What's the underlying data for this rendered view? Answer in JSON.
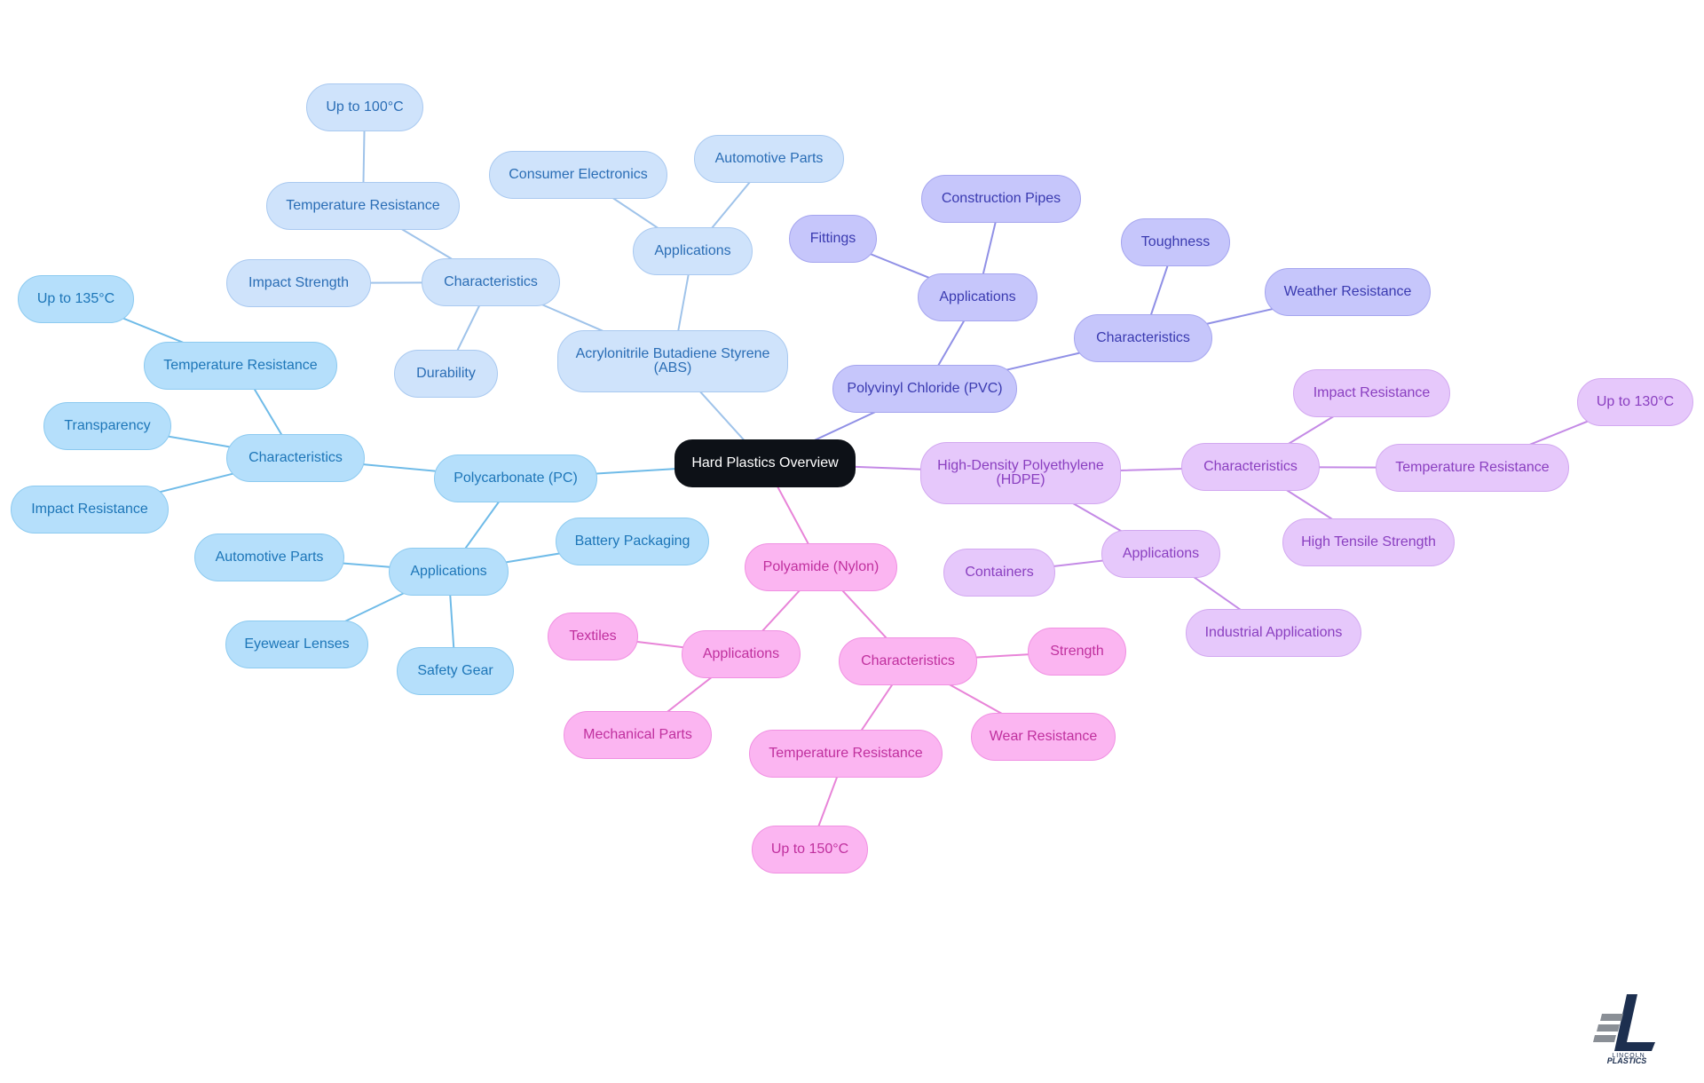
{
  "diagram": {
    "colors": {
      "abs_edge": "#9fc3ea",
      "pc_edge": "#6fbbe8",
      "pvc_edge": "#9090e6",
      "hdpe_edge": "#c48ae6",
      "nylon_edge": "#e884d8"
    },
    "nodes": {
      "root": "Hard Plastics Overview",
      "abs": "Acrylonitrile Butadiene Styrene (ABS)",
      "abs_char": "Characteristics",
      "abs_temp": "Temperature Resistance",
      "abs_temp_val": "Up to 100°C",
      "abs_impact": "Impact Strength",
      "abs_durability": "Durability",
      "abs_app": "Applications",
      "abs_consumer": "Consumer Electronics",
      "abs_auto": "Automotive Parts",
      "pc": "Polycarbonate (PC)",
      "pc_char": "Characteristics",
      "pc_temp": "Temperature Resistance",
      "pc_temp_val": "Up to 135°C",
      "pc_transparency": "Transparency",
      "pc_impact": "Impact Resistance",
      "pc_app": "Applications",
      "pc_battery": "Battery Packaging",
      "pc_auto": "Automotive Parts",
      "pc_eyewear": "Eyewear Lenses",
      "pc_safety": "Safety Gear",
      "pvc": "Polyvinyl Chloride (PVC)",
      "pvc_app": "Applications",
      "pvc_fittings": "Fittings",
      "pvc_pipes": "Construction Pipes",
      "pvc_char": "Characteristics",
      "pvc_tough": "Toughness",
      "pvc_weather": "Weather Resistance",
      "hdpe": "High-Density Polyethylene (HDPE)",
      "hdpe_char": "Characteristics",
      "hdpe_impact": "Impact Resistance",
      "hdpe_temp": "Temperature Resistance",
      "hdpe_temp_val": "Up to 130°C",
      "hdpe_tensile": "High Tensile Strength",
      "hdpe_app": "Applications",
      "hdpe_containers": "Containers",
      "hdpe_industrial": "Industrial Applications",
      "nylon": "Polyamide (Nylon)",
      "nylon_app": "Applications",
      "nylon_textiles": "Textiles",
      "nylon_mech": "Mechanical Parts",
      "nylon_char": "Characteristics",
      "nylon_strength": "Strength",
      "nylon_wear": "Wear Resistance",
      "nylon_temp": "Temperature Resistance",
      "nylon_temp_val": "Up to 150°C"
    },
    "edges": [
      [
        "root",
        "abs"
      ],
      [
        "abs",
        "abs_char"
      ],
      [
        "abs_char",
        "abs_temp"
      ],
      [
        "abs_temp",
        "abs_temp_val"
      ],
      [
        "abs_char",
        "abs_impact"
      ],
      [
        "abs_char",
        "abs_durability"
      ],
      [
        "abs",
        "abs_app"
      ],
      [
        "abs_app",
        "abs_consumer"
      ],
      [
        "abs_app",
        "abs_auto"
      ],
      [
        "root",
        "pc"
      ],
      [
        "pc",
        "pc_char"
      ],
      [
        "pc_char",
        "pc_temp"
      ],
      [
        "pc_temp",
        "pc_temp_val"
      ],
      [
        "pc_char",
        "pc_transparency"
      ],
      [
        "pc_char",
        "pc_impact"
      ],
      [
        "pc",
        "pc_app"
      ],
      [
        "pc_app",
        "pc_battery"
      ],
      [
        "pc_app",
        "pc_auto"
      ],
      [
        "pc_app",
        "pc_eyewear"
      ],
      [
        "pc_app",
        "pc_safety"
      ],
      [
        "root",
        "pvc"
      ],
      [
        "pvc",
        "pvc_app"
      ],
      [
        "pvc_app",
        "pvc_fittings"
      ],
      [
        "pvc_app",
        "pvc_pipes"
      ],
      [
        "pvc",
        "pvc_char"
      ],
      [
        "pvc_char",
        "pvc_tough"
      ],
      [
        "pvc_char",
        "pvc_weather"
      ],
      [
        "root",
        "hdpe"
      ],
      [
        "hdpe",
        "hdpe_char"
      ],
      [
        "hdpe_char",
        "hdpe_impact"
      ],
      [
        "hdpe_char",
        "hdpe_temp"
      ],
      [
        "hdpe_temp",
        "hdpe_temp_val"
      ],
      [
        "hdpe_char",
        "hdpe_tensile"
      ],
      [
        "hdpe",
        "hdpe_app"
      ],
      [
        "hdpe_app",
        "hdpe_containers"
      ],
      [
        "hdpe_app",
        "hdpe_industrial"
      ],
      [
        "root",
        "nylon"
      ],
      [
        "nylon",
        "nylon_app"
      ],
      [
        "nylon_app",
        "nylon_textiles"
      ],
      [
        "nylon_app",
        "nylon_mech"
      ],
      [
        "nylon",
        "nylon_char"
      ],
      [
        "nylon_char",
        "nylon_strength"
      ],
      [
        "nylon_char",
        "nylon_wear"
      ],
      [
        "nylon_char",
        "nylon_temp"
      ],
      [
        "nylon_temp",
        "nylon_temp_val"
      ]
    ]
  },
  "logo": {
    "brand_text": "LINCOLN PLASTICS",
    "color": "#1d2f4f",
    "accent": "#8a8f96"
  }
}
